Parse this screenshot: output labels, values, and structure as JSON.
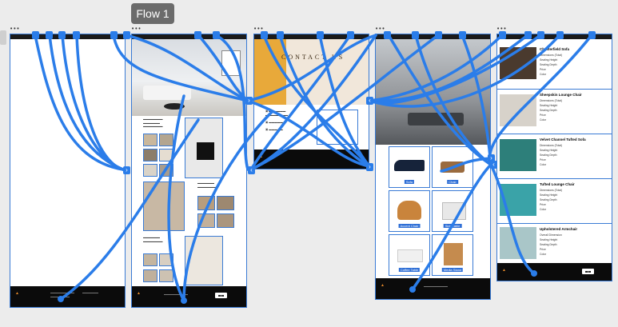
{
  "flow": {
    "label": "Flow 1"
  },
  "frames": [
    {
      "id": "f1",
      "label": "•••"
    },
    {
      "id": "f2",
      "label": "•••"
    },
    {
      "id": "f3",
      "label": "•••"
    },
    {
      "id": "f4",
      "label": "•••"
    },
    {
      "id": "f5",
      "label": "•••"
    }
  ],
  "contact": {
    "tiles": "CONTACT US"
  },
  "products": {
    "items": [
      "Sofa",
      "Chair",
      "Accent Chair",
      "Side Table",
      "Coffee Table",
      "Media Stand"
    ]
  },
  "specs": {
    "items": [
      {
        "title": "Chesterfield Sofa",
        "rows": [
          "Dimensions (Total)",
          "Seating Height",
          "Seating Depth",
          "Price",
          "Color"
        ]
      },
      {
        "title": "Sheepskin Lounge Chair",
        "rows": [
          "Dimensions (Total)",
          "Seating Height",
          "Seating Depth",
          "Price",
          "Color"
        ]
      },
      {
        "title": "Velvet Channel Tufted Sofa",
        "rows": [
          "Dimensions (Total)",
          "Seating Height",
          "Seating Depth",
          "Price",
          "Color"
        ]
      },
      {
        "title": "Tufted Lounge Chair",
        "rows": [
          "Dimensions (Total)",
          "Seating Height",
          "Seating Depth",
          "Price",
          "Color"
        ]
      },
      {
        "title": "Upholstered Armchair",
        "rows": [
          "Overall Dimension",
          "Seating Height",
          "Seating Depth",
          "Price",
          "Color"
        ]
      }
    ]
  },
  "colors": {
    "accent": "#2b7de9",
    "frame_border": "#3a7bd5",
    "footer": "#0b0b0b",
    "brand": "#e88a2a"
  }
}
